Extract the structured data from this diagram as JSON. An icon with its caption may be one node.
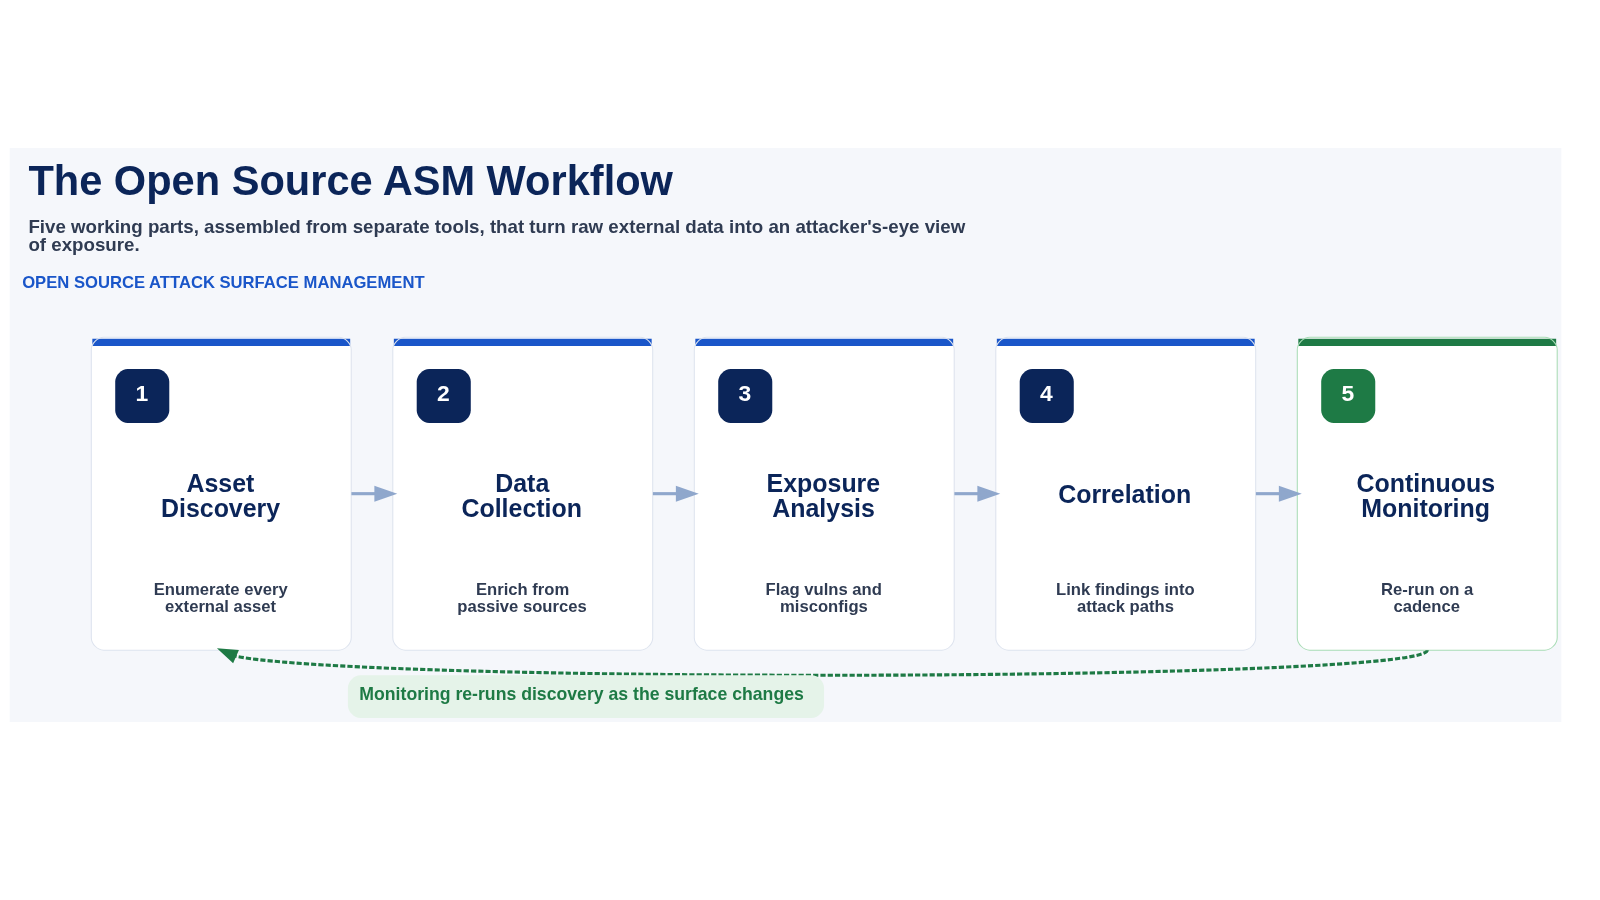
{
  "diagram": {
    "title": "The Open Source ASM Workflow",
    "caption": "Five working parts, assembled from separate tools, that turn raw external data into an attacker's-eye view of exposure.",
    "nodes": [
      {
        "text": [
          "1",
          "Asset Discovery",
          "Enumerate every external asset"
        ]
      },
      {
        "text": [
          "2",
          "Data Collection",
          "Enrich from passive sources"
        ]
      },
      {
        "text": [
          "3",
          "Exposure Analysis",
          "Flag vulns and misconfigs"
        ]
      },
      {
        "text": [
          "4",
          "Correlation",
          "Link findings into attack paths"
        ]
      },
      {
        "text": [
          "5",
          "Continuous Monitoring",
          "Re-run on a cadence"
        ]
      }
    ],
    "edges": [
      {
        "from": 0,
        "to": 1,
        "arrow": "to"
      },
      {
        "from": 1,
        "to": 2,
        "arrow": "to"
      },
      {
        "from": 2,
        "to": 3,
        "arrow": "to"
      },
      {
        "from": 3,
        "to": 4,
        "arrow": "to"
      },
      {
        "from": 4,
        "to": 0,
        "arrow": "to",
        "label": "Monitoring re-runs discovery as the surface changes",
        "style": "dashed",
        "color": "#1e7a45"
      }
    ],
    "labels": [
      "OPEN SOURCE ATTACK SURFACE MANAGEMENT"
    ]
  }
}
